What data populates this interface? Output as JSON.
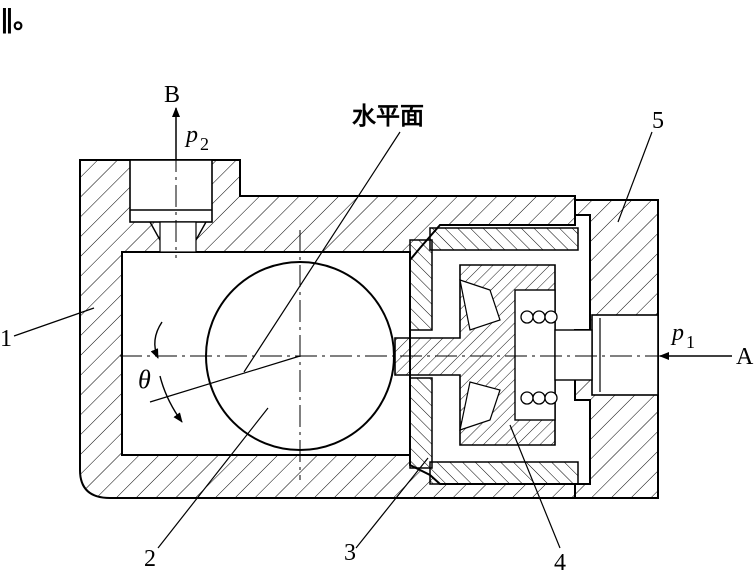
{
  "top_fragment": "∥。",
  "labels": {
    "port_b": "B",
    "port_a": "A",
    "p2_main": "p",
    "p2_sub": "2",
    "p1_main": "p",
    "p1_sub": "1",
    "horizontal_plane": "水平面",
    "angle": "θ",
    "part_1": "1",
    "part_2": "2",
    "part_3": "3",
    "part_4": "4",
    "part_5": "5"
  },
  "colors": {
    "line": "#000000",
    "background": "#ffffff"
  }
}
